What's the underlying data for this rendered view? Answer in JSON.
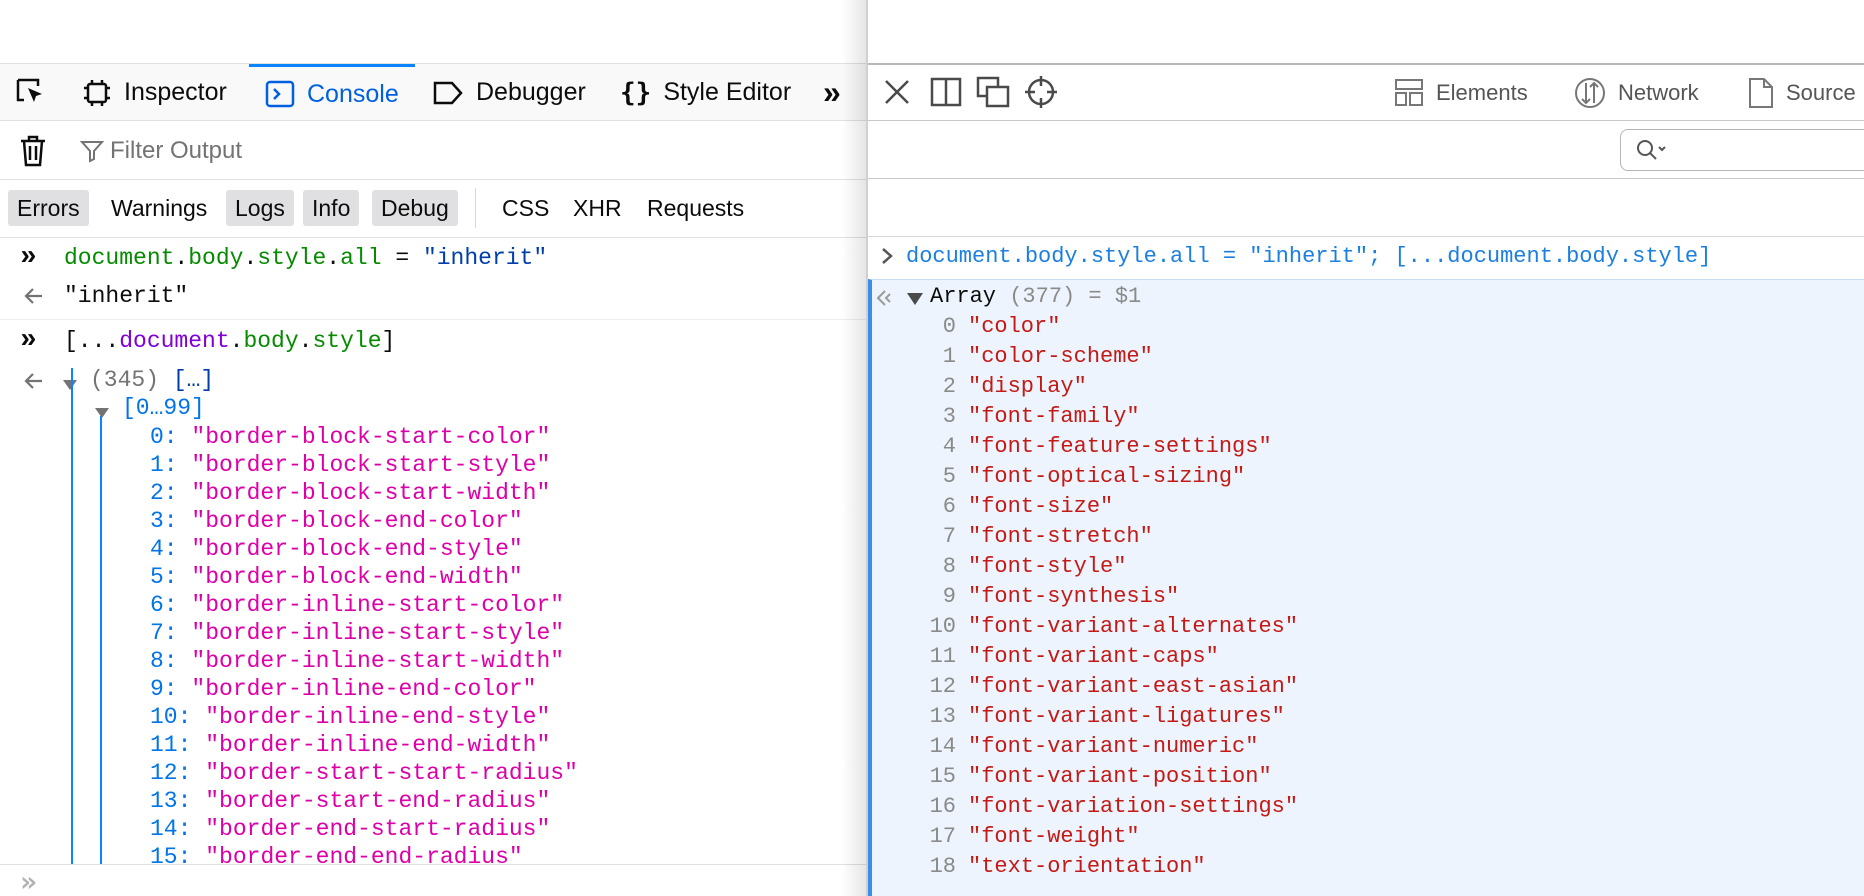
{
  "firefox": {
    "tabs": [
      {
        "label": "Inspector"
      },
      {
        "label": "Console"
      },
      {
        "label": "Debugger"
      },
      {
        "label": "Style Editor"
      }
    ],
    "more_tabs_glyph": "»",
    "filter_placeholder": "Filter Output",
    "categories": [
      {
        "label": "Errors",
        "on": true
      },
      {
        "label": "Warnings",
        "on": false
      },
      {
        "label": "Logs",
        "on": true
      },
      {
        "label": "Info",
        "on": true
      },
      {
        "label": "Debug",
        "on": true
      },
      {
        "label": "CSS",
        "on": false
      },
      {
        "label": "XHR",
        "on": false
      },
      {
        "label": "Requests",
        "on": false
      }
    ],
    "console": {
      "cmd1": {
        "obj": "document",
        "dot1": ".",
        "p1": "body",
        "dot2": ".",
        "p2": "style",
        "dot3": ".",
        "p3": "all",
        "op": " = ",
        "str": "\"inherit\""
      },
      "res1": "\"inherit\"",
      "cmd2": {
        "open": "[...",
        "obj": "document",
        "dot1": ".",
        "p1": "body",
        "dot2": ".",
        "p2": "style",
        "close": "]"
      },
      "res2_count": "(345)",
      "res2_preview": "[…]",
      "group_label": "[0…99]",
      "items": [
        {
          "i": "0:",
          "v": "\"border-block-start-color\""
        },
        {
          "i": "1:",
          "v": "\"border-block-start-style\""
        },
        {
          "i": "2:",
          "v": "\"border-block-start-width\""
        },
        {
          "i": "3:",
          "v": "\"border-block-end-color\""
        },
        {
          "i": "4:",
          "v": "\"border-block-end-style\""
        },
        {
          "i": "5:",
          "v": "\"border-block-end-width\""
        },
        {
          "i": "6:",
          "v": "\"border-inline-start-color\""
        },
        {
          "i": "7:",
          "v": "\"border-inline-start-style\""
        },
        {
          "i": "8:",
          "v": "\"border-inline-start-width\""
        },
        {
          "i": "9:",
          "v": "\"border-inline-end-color\""
        },
        {
          "i": "10:",
          "v": "\"border-inline-end-style\""
        },
        {
          "i": "11:",
          "v": "\"border-inline-end-width\""
        },
        {
          "i": "12:",
          "v": "\"border-start-start-radius\""
        },
        {
          "i": "13:",
          "v": "\"border-start-end-radius\""
        },
        {
          "i": "14:",
          "v": "\"border-end-start-radius\""
        },
        {
          "i": "15:",
          "v": "\"border-end-end-radius\""
        }
      ],
      "prompt_glyph": "»"
    },
    "colors": {
      "accent": "#0a84ff",
      "string_pink": "#dd00a9",
      "index_blue": "#0074e8"
    }
  },
  "safari": {
    "tabs": [
      {
        "label": "Elements",
        "icon": "elements-icon"
      },
      {
        "label": "Network",
        "icon": "network-icon"
      },
      {
        "label": "Source",
        "icon": "sources-icon"
      }
    ],
    "command": "document.body.style.all = \"inherit\"; [...document.body.style]",
    "result_head": {
      "type": "Array",
      "meta": " (377) = $1"
    },
    "items": [
      {
        "i": "0",
        "v": "\"color\""
      },
      {
        "i": "1",
        "v": "\"color-scheme\""
      },
      {
        "i": "2",
        "v": "\"display\""
      },
      {
        "i": "3",
        "v": "\"font-family\""
      },
      {
        "i": "4",
        "v": "\"font-feature-settings\""
      },
      {
        "i": "5",
        "v": "\"font-optical-sizing\""
      },
      {
        "i": "6",
        "v": "\"font-size\""
      },
      {
        "i": "7",
        "v": "\"font-stretch\""
      },
      {
        "i": "8",
        "v": "\"font-style\""
      },
      {
        "i": "9",
        "v": "\"font-synthesis\""
      },
      {
        "i": "10",
        "v": "\"font-variant-alternates\""
      },
      {
        "i": "11",
        "v": "\"font-variant-caps\""
      },
      {
        "i": "12",
        "v": "\"font-variant-east-asian\""
      },
      {
        "i": "13",
        "v": "\"font-variant-ligatures\""
      },
      {
        "i": "14",
        "v": "\"font-variant-numeric\""
      },
      {
        "i": "15",
        "v": "\"font-variant-position\""
      },
      {
        "i": "16",
        "v": "\"font-variation-settings\""
      },
      {
        "i": "17",
        "v": "\"font-weight\""
      },
      {
        "i": "18",
        "v": "\"text-orientation\""
      }
    ],
    "colors": {
      "command_blue": "#1a7fe0",
      "string_red": "#c41a16",
      "result_bg": "#edf4fd"
    }
  }
}
